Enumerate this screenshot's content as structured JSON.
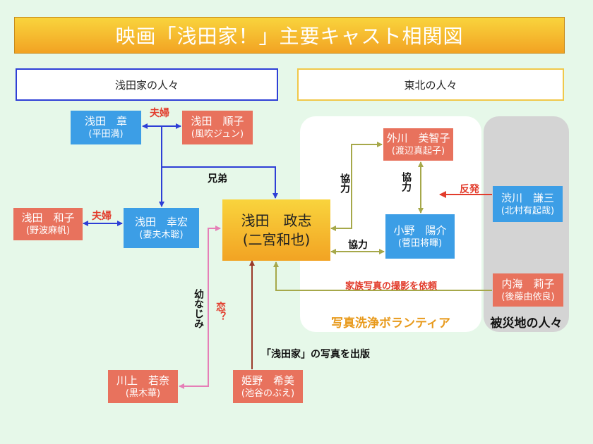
{
  "title": "映画「浅田家！」主要キャスト相関図",
  "sections": {
    "asada": "浅田家の人々",
    "tohoku": "東北の人々"
  },
  "zones": {
    "volunteer": "写真洗浄ボランティア",
    "disaster": "被災地の人々"
  },
  "people": {
    "akira": {
      "name": "浅田　章",
      "actor": "(平田満)"
    },
    "junko": {
      "name": "浅田　順子",
      "actor": "(風吹ジュン)"
    },
    "kazuko": {
      "name": "浅田　和子",
      "actor": "(野波麻帆)"
    },
    "yukihiro": {
      "name": "浅田　幸宏",
      "actor": "(妻夫木聡)"
    },
    "masashi": {
      "name": "浅田　政志",
      "actor": "(二宮和也)"
    },
    "michiko": {
      "name": "外川　美智子",
      "actor": "(渡辺真起子)"
    },
    "yosuke": {
      "name": "小野　陽介",
      "actor": "(菅田将暉)"
    },
    "kenzo": {
      "name": "渋川　謙三",
      "actor": "(北村有起哉)"
    },
    "riko": {
      "name": "内海　莉子",
      "actor": "(後藤由依良)"
    },
    "wakana": {
      "name": "川上　若奈",
      "actor": "(黒木華)"
    },
    "kimi": {
      "name": "姫野　希美",
      "actor": "(池谷のぶえ)"
    }
  },
  "relations": {
    "fufu1": "夫婦",
    "fufu2": "夫婦",
    "kyodai": "兄弟",
    "kyoryoku1": "協力",
    "kyoryoku2": "協力",
    "kyoryoku3": "協力",
    "hanpatsu": "反発",
    "kazoku_shashin": "家族写真の撮影を依頼",
    "osananajimi": "幼なじみ",
    "koi": "恋？",
    "shuppan": "「浅田家」の写真を出版"
  },
  "colors": {
    "blue_box": "#3c9ee6",
    "red_box": "#e8725d",
    "gold": "#f2a323",
    "line_blue": "#2e3fd6",
    "line_olive": "#a6a84a",
    "line_red": "#e23c2c",
    "line_pink": "#e57fb7",
    "line_brown": "#9a3a2a",
    "label_red": "#e23c2c",
    "label_gold": "#e89a1c"
  }
}
